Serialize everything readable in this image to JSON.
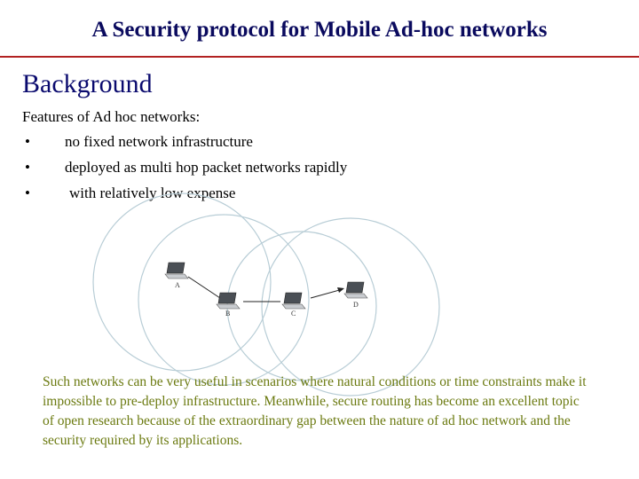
{
  "slide": {
    "title": "A Security protocol for Mobile Ad-hoc networks",
    "heading": "Background",
    "intro": "Features of  Ad hoc networks:",
    "bullets": [
      {
        "marker": "•",
        "text": "no fixed network infrastructure"
      },
      {
        "marker": "•",
        "text": "deployed as multi hop packet networks rapidly"
      },
      {
        "marker": "•",
        "text": "with relatively low expense"
      }
    ],
    "diagram": {
      "nodes": [
        {
          "label": "A",
          "icon": "laptop-icon"
        },
        {
          "label": "B",
          "icon": "laptop-icon"
        },
        {
          "label": "C",
          "icon": "laptop-icon"
        },
        {
          "label": "D",
          "icon": "laptop-icon"
        }
      ]
    },
    "description": "Such networks can be very useful in scenarios where natural conditions or time constraints make it impossible to pre-deploy infrastructure. Meanwhile,  secure routing has become an excellent topic of open research because of the extraordinary gap between the nature of ad hoc network and the security required by its applications.",
    "colors": {
      "title": "#0a0a5e",
      "rule": "#b22222",
      "heading": "#0a0a6e",
      "description": "#6b7a10",
      "range_circle": "#b8cdd6"
    }
  }
}
